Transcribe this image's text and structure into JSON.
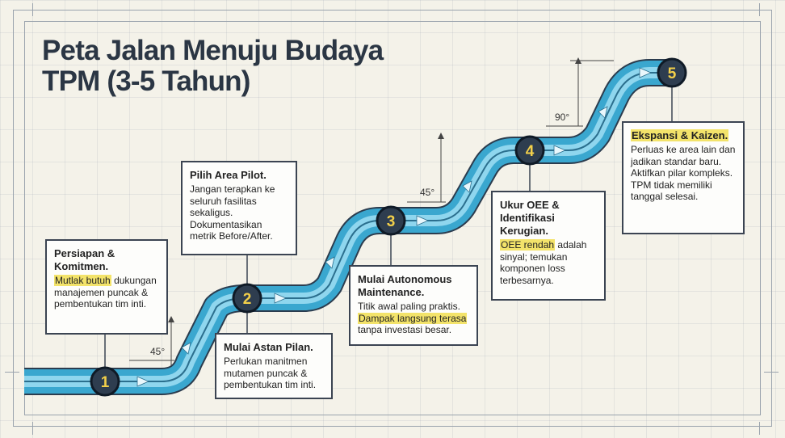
{
  "title": {
    "line1": "Peta Jalan Menuju Budaya",
    "line2": "TPM (3-5 Tahun)"
  },
  "colors": {
    "road": "#3aa7cf",
    "road_light": "#8fd6ee",
    "road_edge": "#2b3c4e",
    "node_fill": "#2e3d4f",
    "node_ring": "#0f1a26",
    "node_text": "#f2cf4a",
    "highlight": "#f3e36a",
    "text_dark": "#2b3644"
  },
  "steps": [
    {
      "number": "1",
      "title": "Persiapan & Komitmen.",
      "highlight": "Mutlak butuh",
      "body_after": "dukungan manajemen puncak & pembentukan tim inti."
    },
    {
      "number": "2",
      "title": "Pilih Area Pilot.",
      "body": "Jangan terapkan ke seluruh fasilitas sekaligus. Dokumentasikan metrik Before/After."
    },
    {
      "number": "3",
      "title": "Mulai Autonomous Maintenance.",
      "body_before": "Titik awal paling praktis.",
      "highlight": "Dampak langsung terasa",
      "body_after": "tanpa investasi besar."
    },
    {
      "number": "4",
      "title": "Ukur OEE & Identifikasi Kerugian.",
      "highlight": "OEE rendah",
      "body_after": "adalah sinyal; temukan komponen loss terbesarnya."
    },
    {
      "number": "5",
      "title": "Ekspansi & Kaizen.",
      "body": "Perluas ke area lain dan jadikan standar baru. Aktifkan pilar kompleks. TPM tidak memiliki tanggal selesai."
    }
  ],
  "extra_box": {
    "title": "Mulai Astan Pilan.",
    "body": "Perlukan manitmen mutamen puncak & pembentukan tim inti."
  },
  "angles": {
    "a1": "45°",
    "a2": "45°",
    "a3": "90°"
  }
}
